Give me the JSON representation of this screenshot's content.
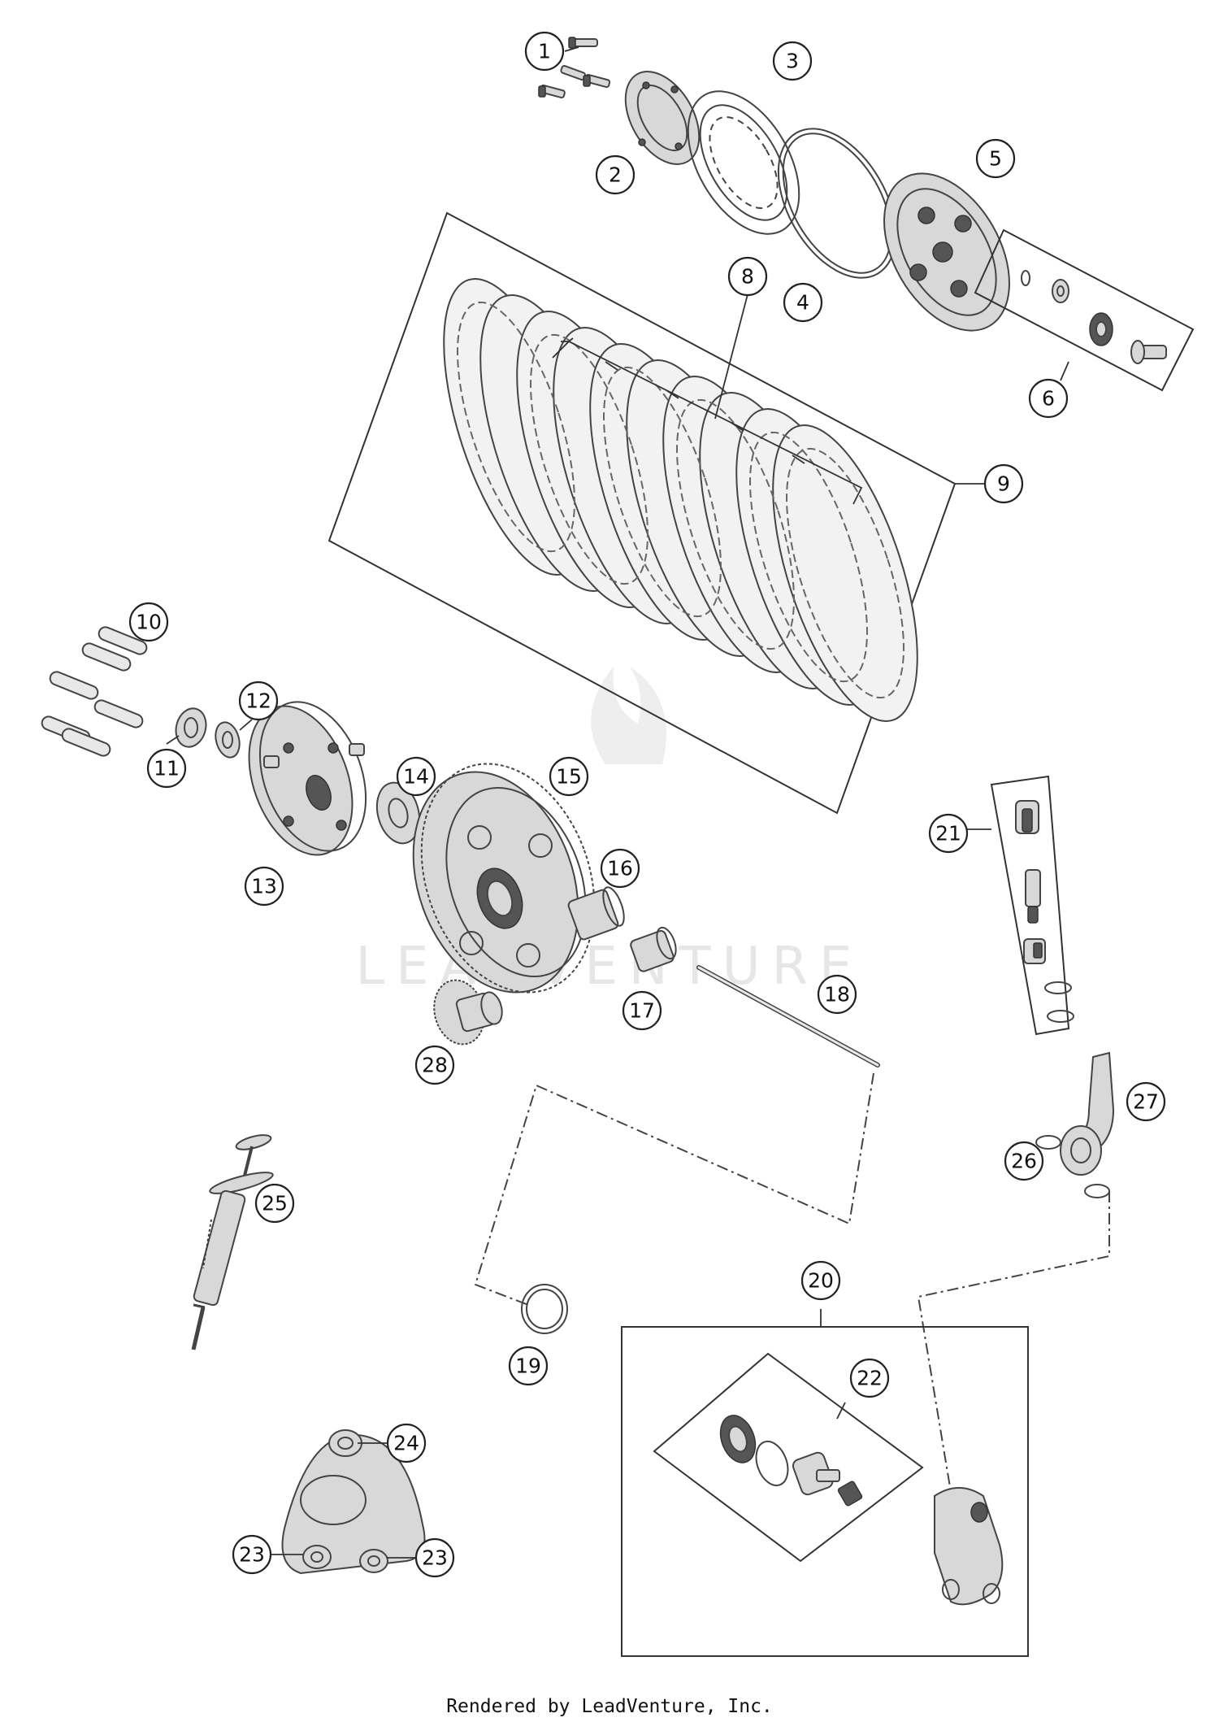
{
  "watermark": {
    "text": "LEADVENTURE"
  },
  "footer": {
    "text": "Rendered by LeadVenture, Inc."
  },
  "callouts": [
    "1",
    "2",
    "3",
    "4",
    "5",
    "6",
    "8",
    "9",
    "10",
    "11",
    "12",
    "13",
    "14",
    "15",
    "16",
    "17",
    "18",
    "19",
    "20",
    "21",
    "22",
    "23",
    "23",
    "24",
    "25",
    "26",
    "27",
    "28"
  ]
}
